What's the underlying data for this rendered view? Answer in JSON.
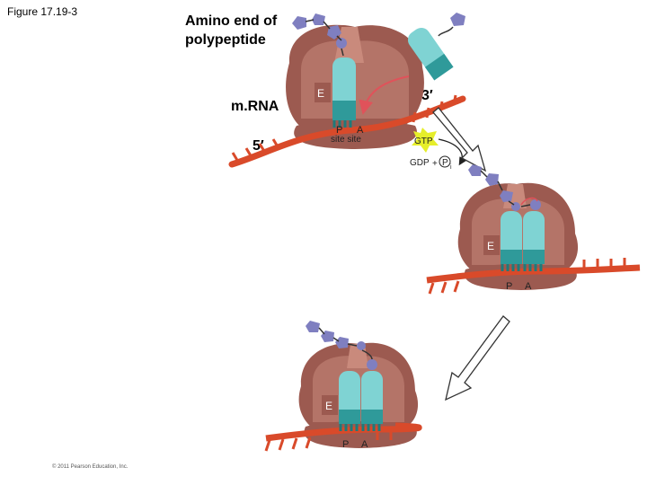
{
  "labels": {
    "figure": "Figure 17.19-3",
    "amino_end": "Amino end of polypeptide",
    "mrna": "m.RNA",
    "five_prime": "5′",
    "three_prime": "3′",
    "copyright": "© 2011 Pearson Education, Inc."
  },
  "step1": {
    "e_site": "E",
    "p_site": "P",
    "a_site": "A",
    "site_word": "site site",
    "gtp": "GTP",
    "gdp": "GDP",
    "plus": "+",
    "pi": "P",
    "pi_sub": "i"
  },
  "step2": {
    "e_site": "E",
    "p_site": "P",
    "a_site": "A"
  },
  "step3": {
    "e_site": "E",
    "p_site": "P",
    "a_site": "A"
  },
  "colors": {
    "ribosome_dark": "#9c5a50",
    "ribosome_light": "#c98a7c",
    "ribosome_inner": "#7f4a42",
    "mrna": "#d94a2a",
    "trna": "#7fd3d3",
    "trna_dark": "#2f9a9a",
    "amino_acid": "#7f7fc0",
    "gtp_star": "#e6ee2a",
    "arrow_red": "#e0525a"
  }
}
